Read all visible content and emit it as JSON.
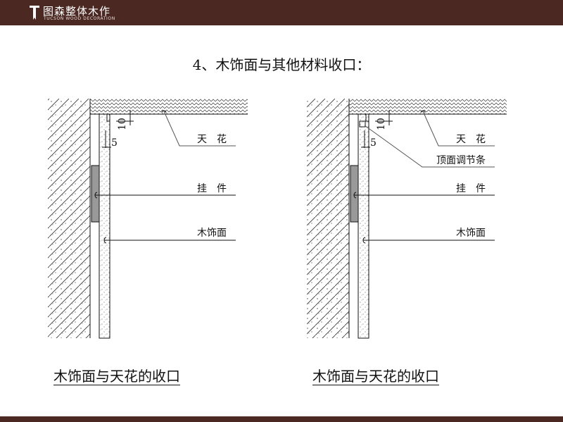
{
  "header": {
    "brand_cn": "图森整体木作",
    "brand_en": "TUCSON WOOD DECORATION",
    "color": "#4b2822"
  },
  "title": "4、木饰面与其他材料收口：",
  "diagrams": [
    {
      "labels": {
        "ceiling": "天　花",
        "hanger": "挂　件",
        "veneer": "木饰面"
      },
      "dim_10": "10",
      "dim_5": "5",
      "caption": "木饰面与天花的收口"
    },
    {
      "labels": {
        "ceiling": "天　花",
        "strip": "顶面调节条",
        "hanger": "挂　件",
        "veneer": "木饰面"
      },
      "dim_10": "10",
      "dim_5": "5",
      "caption": "木饰面与天花的收口"
    }
  ]
}
